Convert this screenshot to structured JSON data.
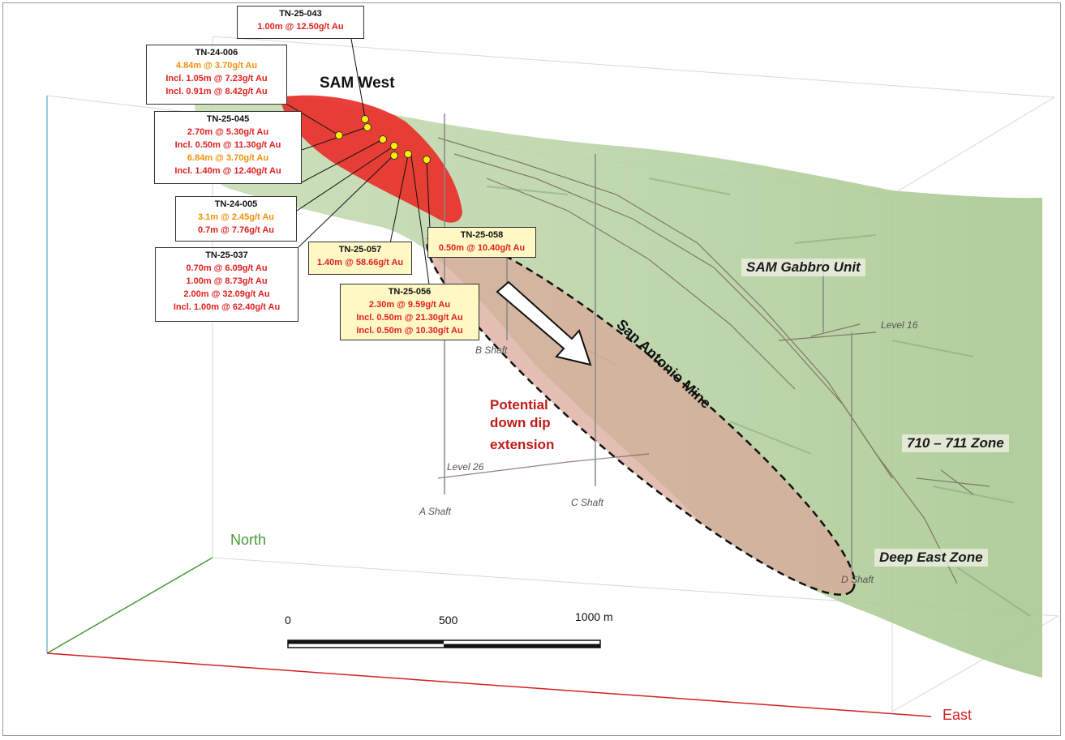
{
  "callouts": [
    {
      "hole": "TN-25-043",
      "style": "white",
      "lines": [
        {
          "text": "1.00m @ 12.50g/t Au",
          "color": "red"
        }
      ]
    },
    {
      "hole": "TN-24-006",
      "style": "white",
      "lines": [
        {
          "text": "4.84m @ 3.70g/t Au",
          "color": "orange"
        },
        {
          "text": "Incl. 1.05m @ 7.23g/t Au",
          "color": "red"
        },
        {
          "text": "Incl. 0.91m @ 8.42g/t Au",
          "color": "red"
        }
      ]
    },
    {
      "hole": "TN-25-045",
      "style": "white",
      "lines": [
        {
          "text": "2.70m @ 5.30g/t Au",
          "color": "red"
        },
        {
          "text": "Incl. 0.50m @ 11.30g/t Au",
          "color": "red"
        },
        {
          "text": "6.84m @ 3.70g/t Au",
          "color": "orange"
        },
        {
          "text": "Incl. 1.40m @ 12.40g/t Au",
          "color": "red"
        }
      ]
    },
    {
      "hole": "TN-24-005",
      "style": "white",
      "lines": [
        {
          "text": "3.1m @ 2.45g/t Au",
          "color": "orange"
        },
        {
          "text": "0.7m @ 7.76g/t Au",
          "color": "red"
        }
      ]
    },
    {
      "hole": "TN-25-037",
      "style": "white",
      "lines": [
        {
          "text": "0.70m @ 6.09g/t Au",
          "color": "red"
        },
        {
          "text": "1.00m @ 8.73g/t Au",
          "color": "red"
        },
        {
          "text": "2.00m @ 32.09g/t Au",
          "color": "red"
        },
        {
          "text": "Incl. 1.00m @ 62.40g/t Au",
          "color": "red"
        }
      ]
    },
    {
      "hole": "TN-25-057",
      "style": "yellow",
      "lines": [
        {
          "text": "1.40m @ 58.66g/t Au",
          "color": "red"
        }
      ]
    },
    {
      "hole": "TN-25-058",
      "style": "yellow",
      "lines": [
        {
          "text": "0.50m @ 10.40g/t Au",
          "color": "red"
        }
      ]
    },
    {
      "hole": "TN-25-056",
      "style": "yellow",
      "lines": [
        {
          "text": "2.30m @ 9.59g/t Au",
          "color": "red"
        },
        {
          "text": "Incl. 0.50m @ 21.30g/t Au",
          "color": "red"
        },
        {
          "text": "Incl. 0.50m @ 10.30g/t Au",
          "color": "red"
        }
      ]
    }
  ],
  "labels": {
    "sam_west": "SAM West",
    "san_antonio_mine": "San Antonio Mine",
    "sam_gabbro": "SAM Gabbro Unit",
    "zone_710": "710 – 711 Zone",
    "deep_east": "Deep East Zone",
    "level16": "Level 16",
    "level26": "Level 26",
    "potential_1": "Potential",
    "potential_2": "down dip",
    "potential_3": "extension",
    "a_shaft": "A Shaft",
    "b_shaft": "B Shaft",
    "c_shaft": "C Shaft",
    "d_shaft": "D Shaft",
    "north": "North",
    "east": "East"
  },
  "scale": {
    "ticks": [
      "0",
      "500",
      "1000"
    ],
    "unit": "m"
  },
  "colors": {
    "text_red": "#e02020",
    "text_orange": "#f0900a",
    "callout_yellow": "#fff8c4",
    "north_axis": "#4a9a3a",
    "east_axis": "#d42020",
    "potential_text": "#c01a1a",
    "gabbro_green": "#b9d3a6",
    "sam_west_red": "#e8302a",
    "extension_fill": "#d9a89a"
  }
}
